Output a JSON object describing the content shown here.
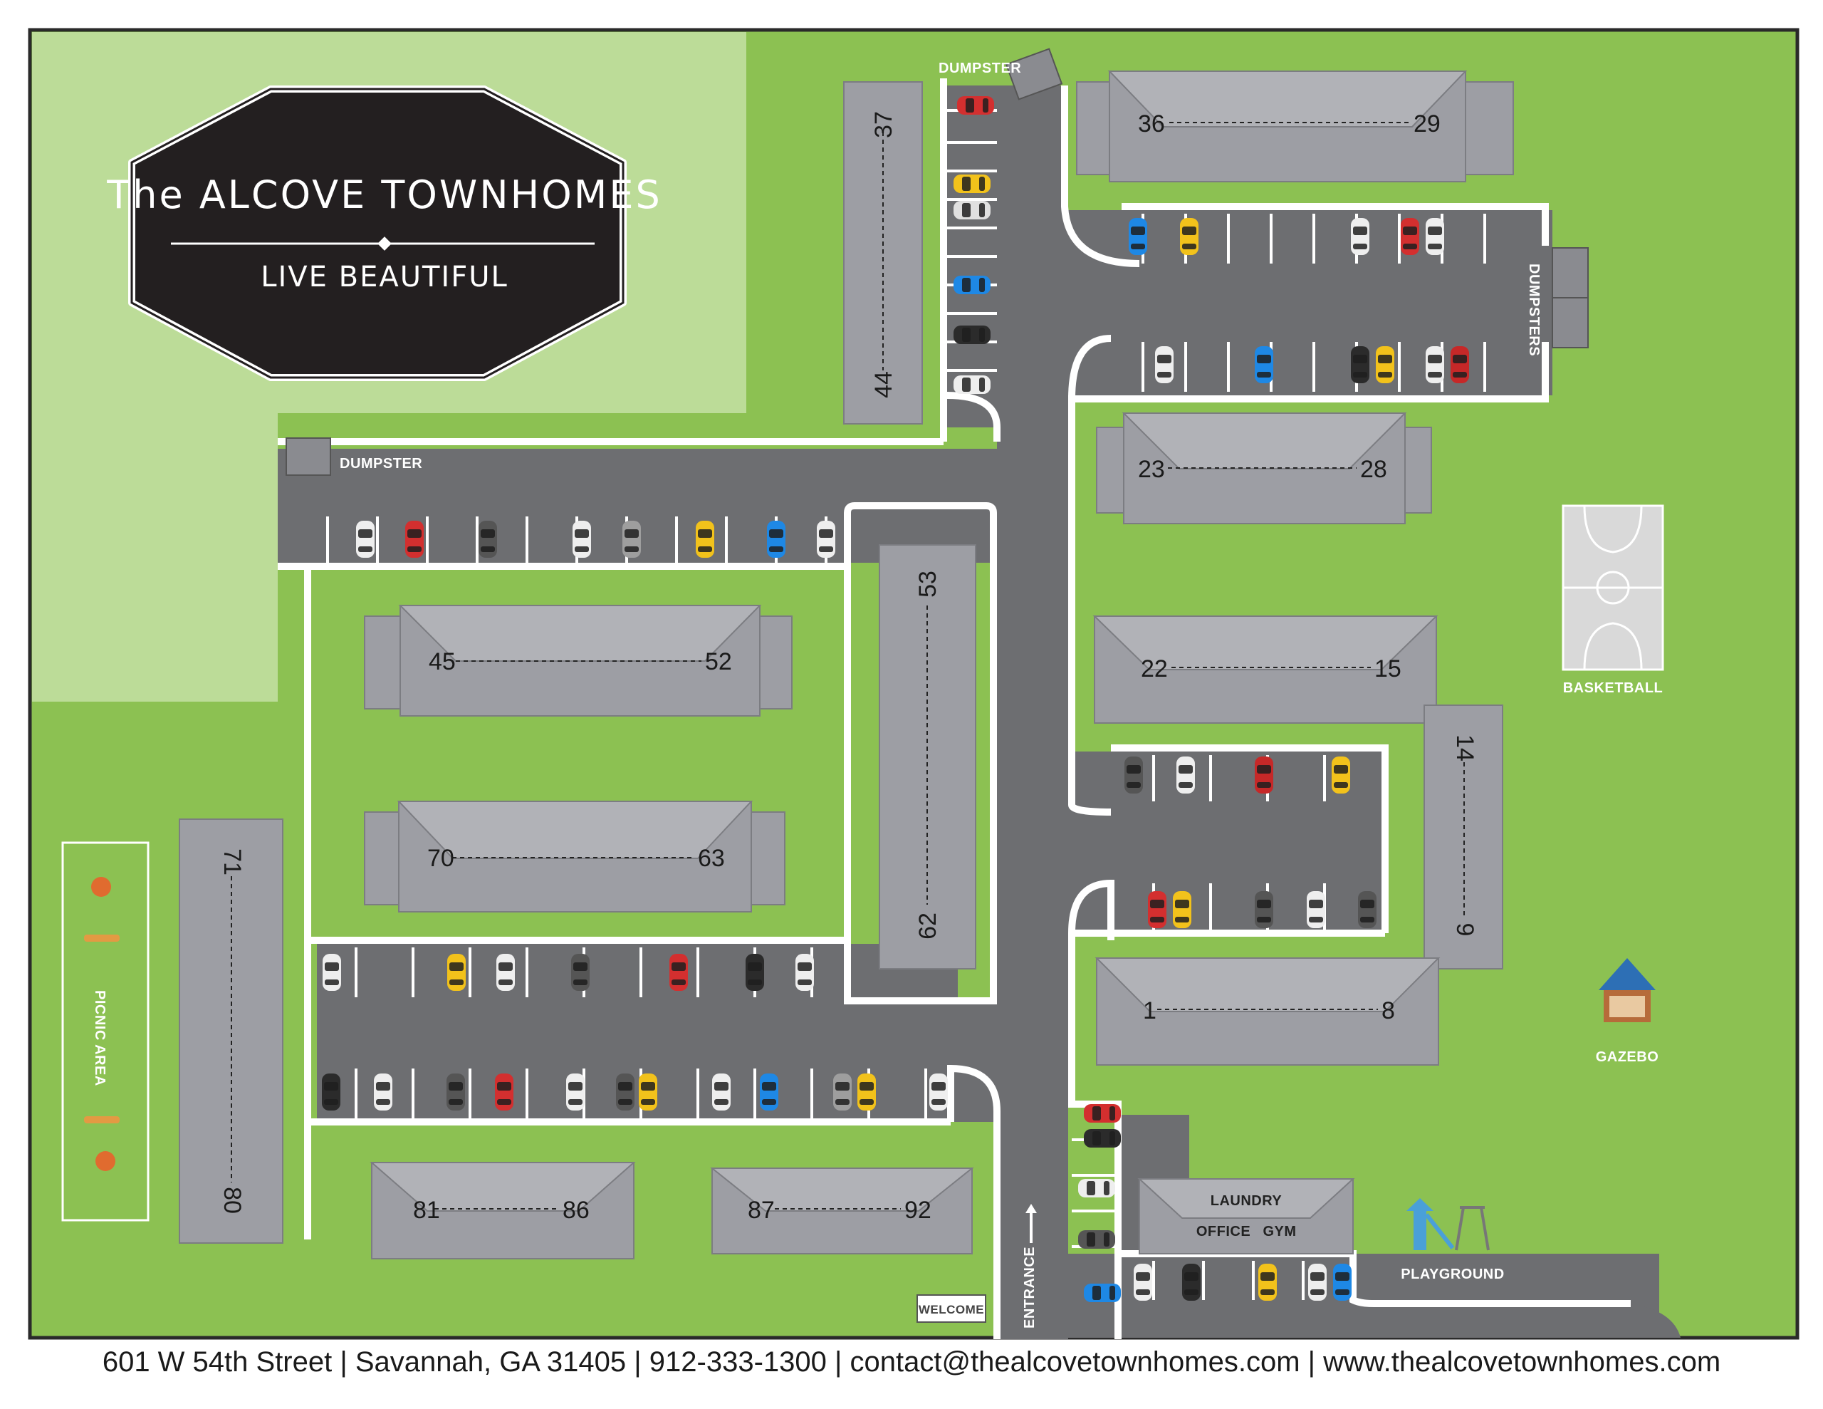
{
  "logo": {
    "title": "The ALCOVE TOWNHOMES",
    "tagline": "LIVE BEAUTIFUL"
  },
  "buildings": [
    {
      "id": "b1",
      "label_start": "36",
      "label_end": "29"
    },
    {
      "id": "b2",
      "label_start": "37",
      "label_end": "44"
    },
    {
      "id": "b3",
      "label_start": "23",
      "label_end": "28"
    },
    {
      "id": "b4",
      "label_start": "53",
      "label_end": "62"
    },
    {
      "id": "b5",
      "label_start": "45",
      "label_end": "52"
    },
    {
      "id": "b6",
      "label_start": "22",
      "label_end": "15"
    },
    {
      "id": "b7",
      "label_start": "14",
      "label_end": "9"
    },
    {
      "id": "b8",
      "label_start": "70",
      "label_end": "63"
    },
    {
      "id": "b9",
      "label_start": "71",
      "label_end": "80"
    },
    {
      "id": "b10",
      "label_start": "1",
      "label_end": "8"
    },
    {
      "id": "b11",
      "label_start": "81",
      "label_end": "86"
    },
    {
      "id": "b12",
      "label_start": "87",
      "label_end": "92"
    }
  ],
  "amenities": {
    "dumpster_top": "DUMPSTER",
    "dumpster_left": "DUMPSTER",
    "dumpsters_right": "DUMPSTERS",
    "basketball": "BASKETBALL",
    "gazebo": "GAZEBO",
    "playground": "PLAYGROUND",
    "picnic_area": "PICNIC AREA",
    "laundry": "LAUNDRY",
    "office": "OFFICE",
    "gym": "GYM",
    "entrance": "ENTRANCE",
    "welcome": "WELCOME"
  },
  "footer": {
    "text": "601 W 54th Street | Savannah, GA 31405 | 912-333-1300 | contact@thealcovetownhomes.com | www.thealcovetownhomes.com"
  },
  "colors": {
    "grass": "#8cc152",
    "grass_light": "#bcdc98",
    "road": "#6d6e71",
    "roof": "#9d9ea4",
    "logo_bg": "#231f20"
  }
}
